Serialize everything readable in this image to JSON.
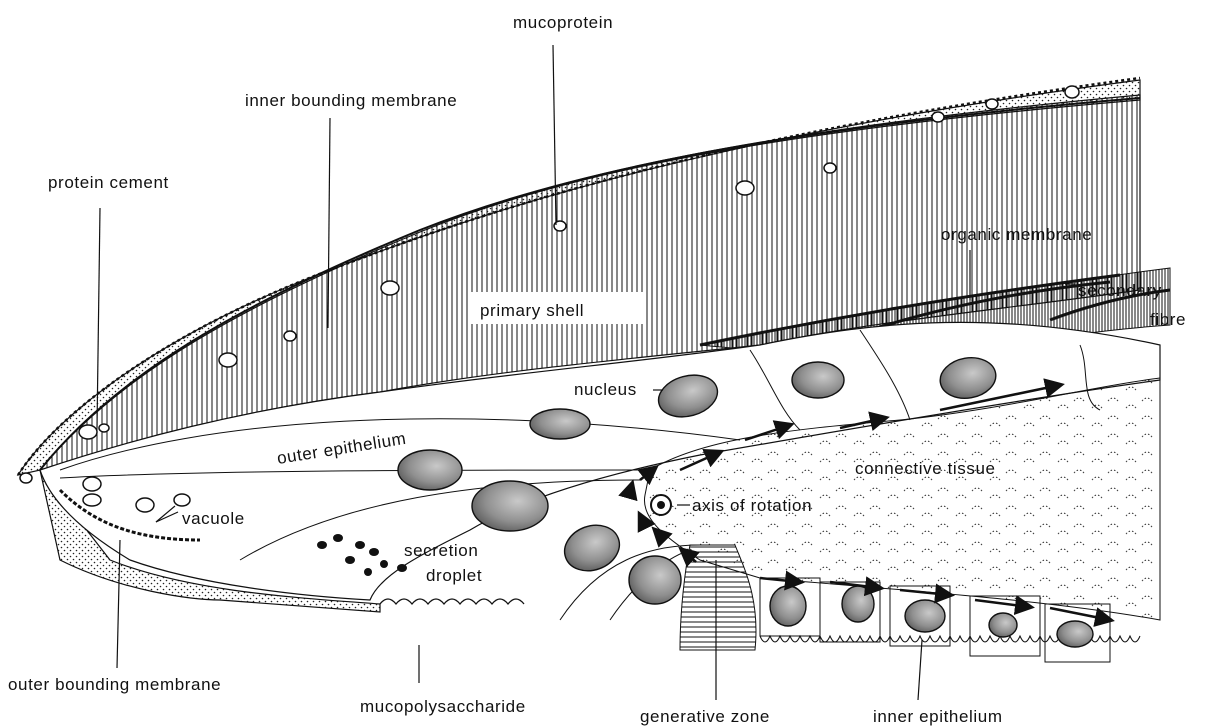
{
  "labels": {
    "mucoprotein": "mucoprotein",
    "inner_bounding_membrane": "inner  bounding  membrane",
    "protein_cement": "protein  cement",
    "organic_membrane": "organic  membrane",
    "secondary": "secondary",
    "fibre": "fibre",
    "primary_shell": "primary  shell",
    "nucleus": "nucleus",
    "outer_epithelium": "outer epithelium",
    "connective_tissue": "connective  tissue",
    "axis_of_rotation": "axis  of  rotation",
    "vacuole": "vacuole",
    "secretion": "secretion",
    "droplet": "droplet",
    "outer_bounding_membrane": "outer  bounding  membrane",
    "mucopolysaccharide": "mucopolysaccharide",
    "generative_zone": "generative  zone",
    "inner_epithelium": "inner  epithelium"
  },
  "colors": {
    "ink": "#111111",
    "nucleus_fill": "#8a8a8a",
    "stipple": "#222222"
  }
}
